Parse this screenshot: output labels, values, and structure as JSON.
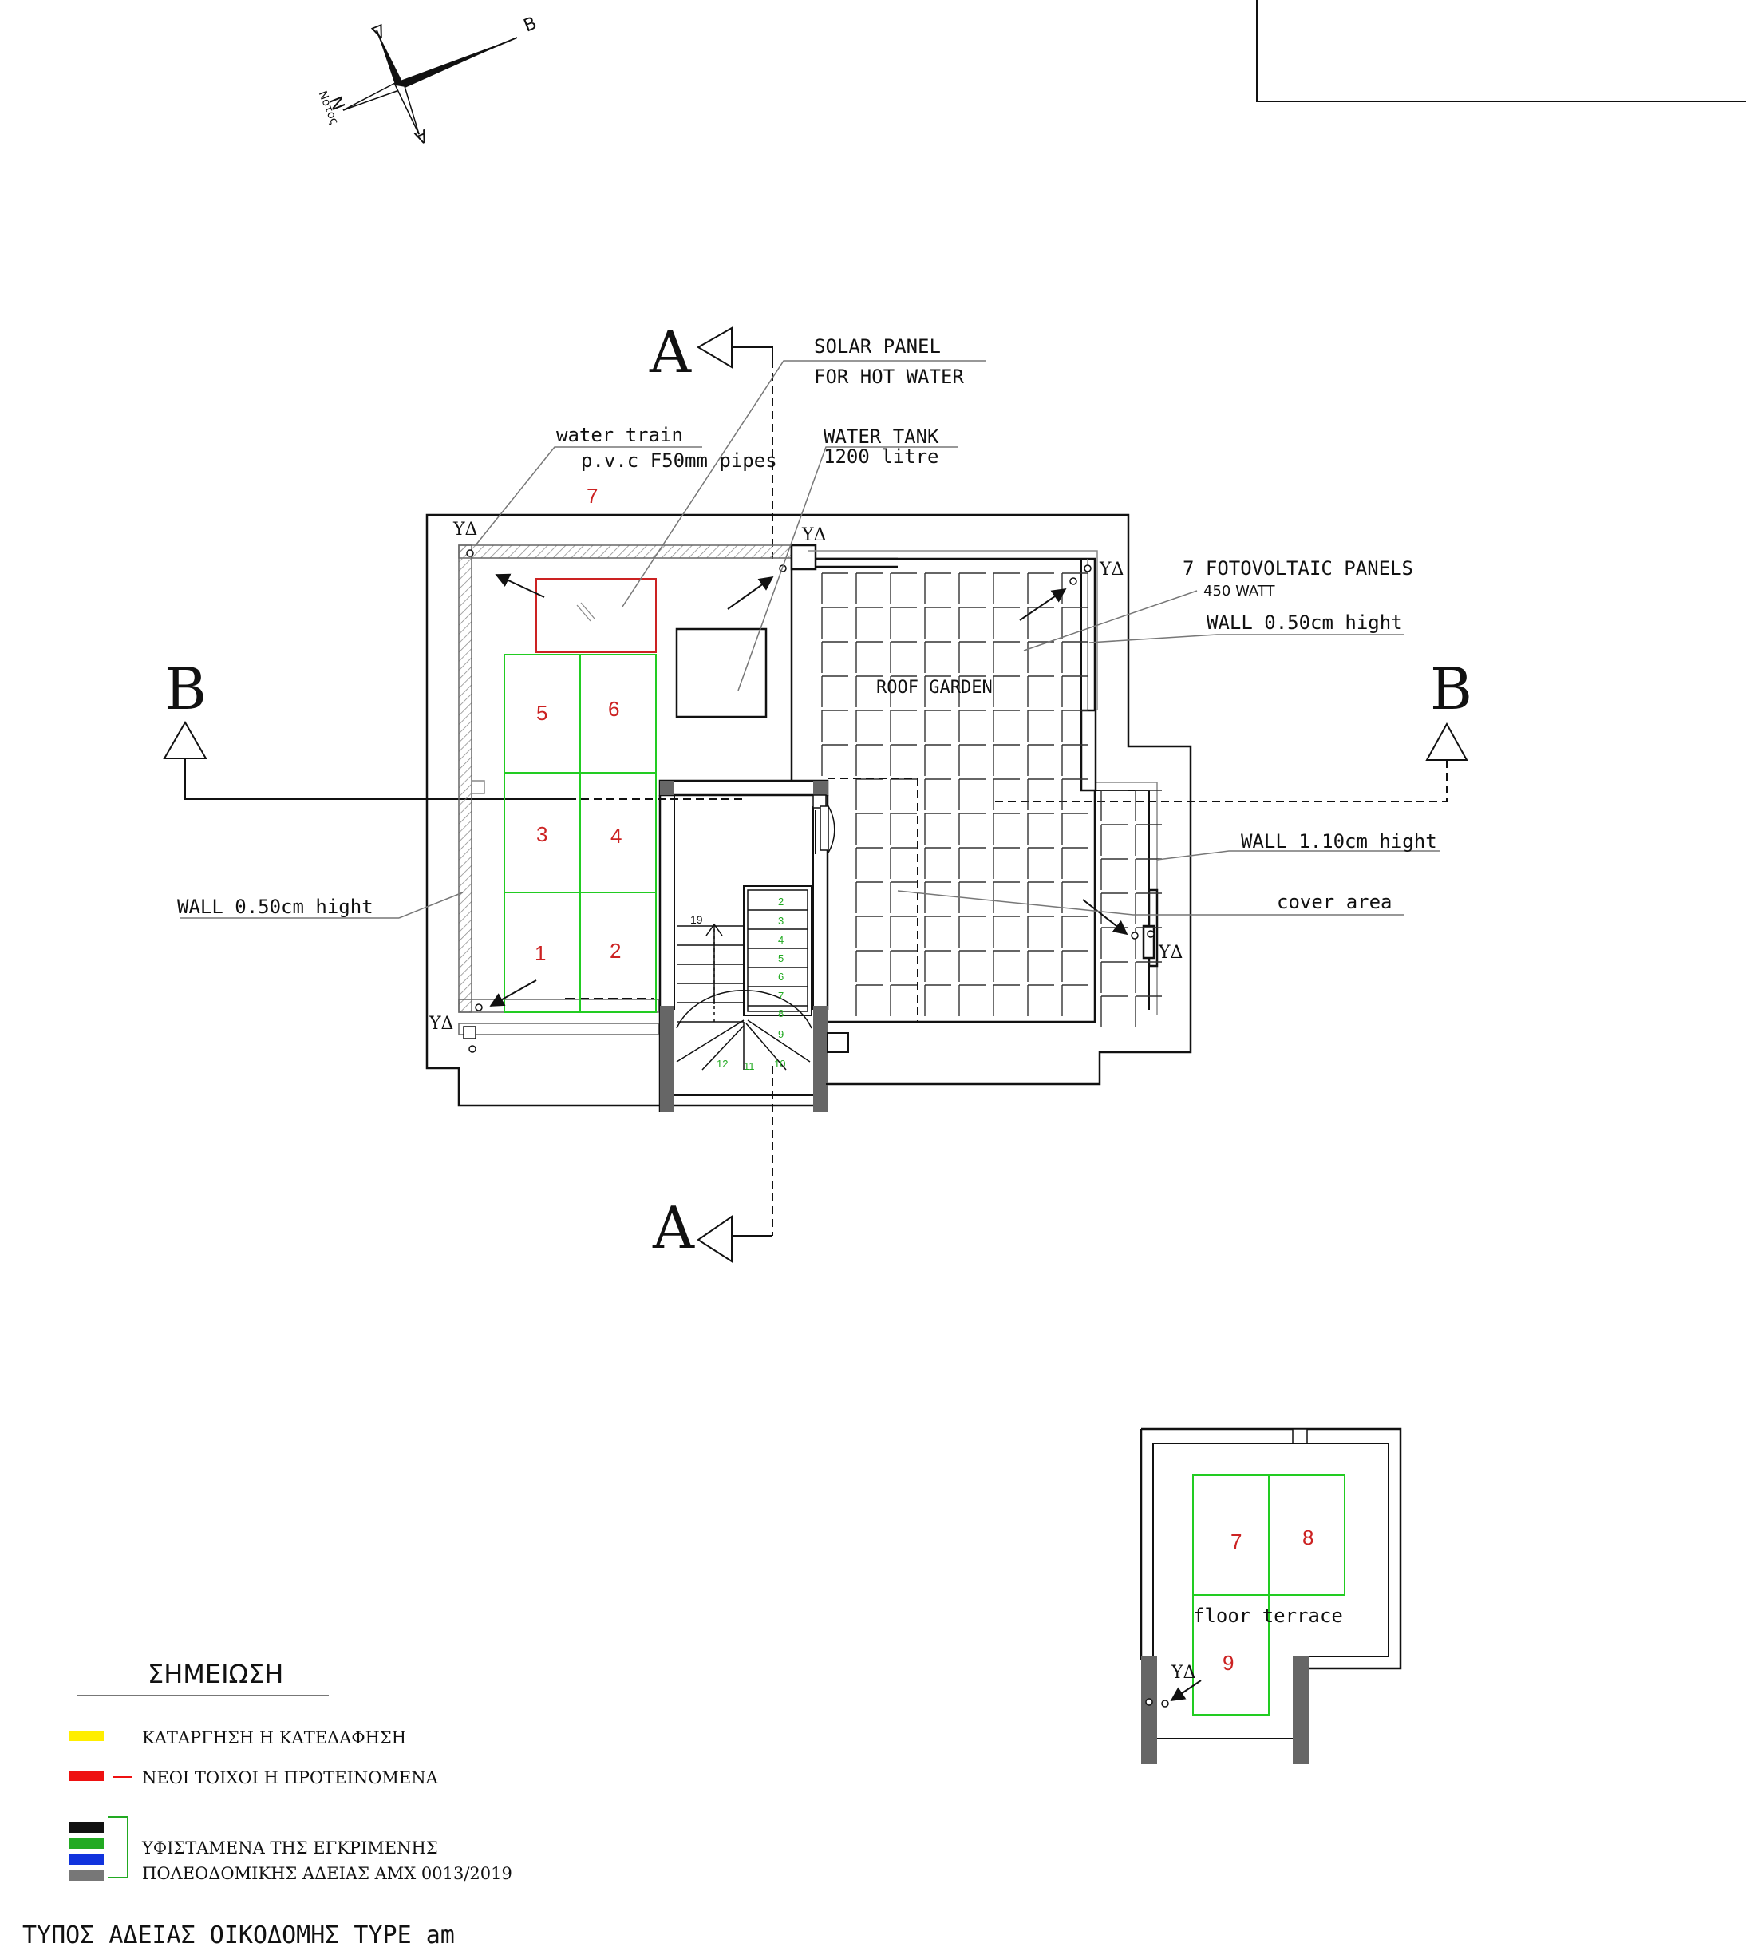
{
  "colors": {
    "line": "#111111",
    "panel": "#22cc22",
    "panel_number": "#cc2222",
    "new_wall": "#cc2222",
    "leader": "#777777",
    "hatch": "#888888"
  },
  "compass": {
    "letter_b": "B",
    "letter_d1": "Δ",
    "letter_n": "N",
    "letter_a": "A",
    "notos": "Νοτος"
  },
  "section_a": {
    "label_top": "A",
    "label_bottom": "A"
  },
  "section_b": {
    "label_left": "B",
    "label_right": "B"
  },
  "labels": {
    "solar_panel_1": "SOLAR PANEL",
    "solar_panel_2": "FOR HOT WATER",
    "water_train": "water train",
    "pvc_pipes": "p.v.c F50mm pipes",
    "water_tank_1": "WATER TANK",
    "water_tank_2": "1200 litre",
    "fotovoltaic": "7 FOTOVOLTAIC PANELS",
    "watt": "450 WATT",
    "wall_050_right": "WALL 0.50cm hight",
    "wall_050_left": "WALL 0.50cm hight",
    "wall_110": "WALL 1.10cm hight",
    "cover_area": "cover area",
    "roof_garden": "ROOF GARDEN",
    "floor_terrace": "floor terrace",
    "drain_tag": "ΥΔ",
    "count_7": "7",
    "stair_19": "19"
  },
  "panels_main": [
    "1",
    "2",
    "3",
    "4",
    "5",
    "6"
  ],
  "panels_terrace": [
    "7",
    "8",
    "9"
  ],
  "stair_steps_right": [
    "2",
    "3",
    "4",
    "5",
    "6",
    "7",
    "8",
    "9"
  ],
  "stair_steps_bottom": [
    "12",
    "11",
    "10"
  ],
  "legend": {
    "title": "ΣΗΜΕΙΩΣΗ",
    "items": [
      {
        "color": "#ffee00",
        "text": "ΚΑΤΑΡΓΗΣΗ Η ΚΑΤΕΔΑΦΗΣΗ"
      },
      {
        "color": "#ee1111",
        "text": "ΝΕΟΙ ΤΟΙΧΟΙ Η ΠΡΟΤΕΙΝΟΜΕΝΑ"
      }
    ],
    "existing": {
      "colors": [
        "#111111",
        "#22aa22",
        "#1133dd",
        "#777777"
      ],
      "line1": "ΥΦΙΣΤΑΜΕΝΑ ΤΗΣ ΕΓΚΡΙΜΕΝΗΣ",
      "line2": "ΠΟΛΕΟΔΟΜΙΚΗΣ ΑΔΕΙΑΣ ΑΜΧ 0013/2019"
    }
  },
  "footer": "ΤΥΠΟΣ ΑΔΕΙΑΣ ΟΙΚΟΔΟΜΗΣ TYPE am"
}
